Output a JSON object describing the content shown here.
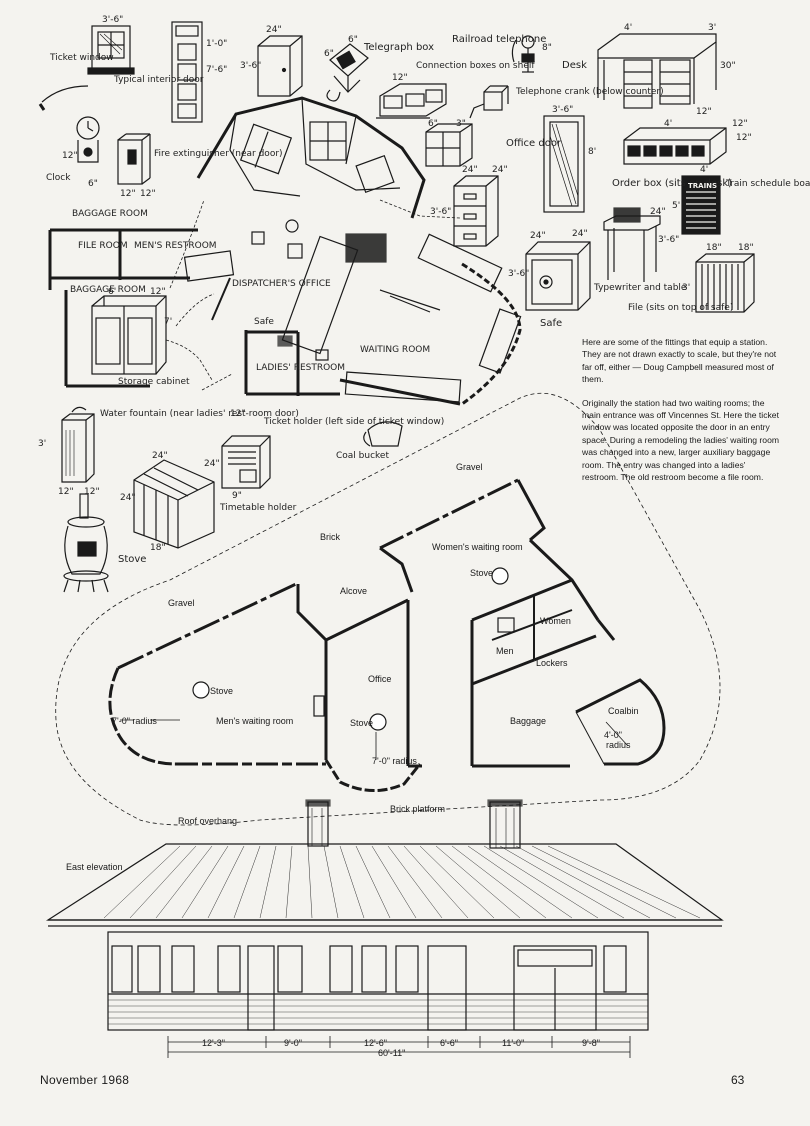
{
  "fittings": {
    "ticket_window": {
      "label": "Ticket window",
      "dim": "3'-6\""
    },
    "interior_door": {
      "label": "Typical interior door",
      "height": "7'-6\"",
      "width": "1'-0\""
    },
    "cabinet_small": {
      "w": "24\"",
      "h": "3'-6\""
    },
    "telegraph_box": {
      "label": "Telegraph box",
      "dim_top": "6\"",
      "dim_side": "6\""
    },
    "railroad_telephone": {
      "label": "Railroad telephone",
      "dim": "8\""
    },
    "connection_boxes": {
      "label": "Connection boxes on shelf",
      "dim": "12\""
    },
    "desk": {
      "label": "Desk",
      "w": "4'",
      "d": "3'",
      "h": "30\"",
      "dim_small": "12\""
    },
    "telephone_crank": {
      "label": "Telephone crank (below counter)"
    },
    "clock": {
      "label": "Clock",
      "dim_a": "12\"",
      "dim_b": "6\""
    },
    "fire_extinguisher": {
      "label": "Fire extinguisher (near door)",
      "dim_a": "12\"",
      "dim_b": "12\""
    },
    "cubby_shelf": {
      "dim_a": "6\"",
      "dim_b": "3\""
    },
    "office_door": {
      "label": "Office door",
      "w": "3'-6\"",
      "h": "8'"
    },
    "order_box": {
      "label": "Order box (sits on desk)",
      "w": "4'",
      "dim_a": "12\"",
      "dim_b": "12\""
    },
    "train_board": {
      "label": "Train schedule board (on waiting-room wall near chimney)",
      "title": "TRAINS",
      "w": "4'",
      "h": "5'"
    },
    "file_cabinet": {
      "w": "24\"",
      "d": "24\"",
      "h": "3'-6\""
    },
    "typewriter": {
      "label": "Typewriter and table",
      "h": "3'-6\"",
      "d": "24\""
    },
    "safe": {
      "label": "Safe",
      "w": "24\"",
      "d": "24\"",
      "h": "3'-6\""
    },
    "file_on_safe": {
      "label": "File (sits on top of safe)",
      "w": "18\"",
      "d": "18\"",
      "h": "3'"
    },
    "storage_cabinet": {
      "label": "Storage cabinet",
      "w": "6'",
      "d": "12\"",
      "h": "7'"
    },
    "water_fountain": {
      "label": "Water fountain (near ladies' rest-room door)",
      "h": "3'",
      "w": "12\"",
      "d": "12\""
    },
    "ticket_holder": {
      "label": "Ticket holder (left side of ticket window)",
      "h": "24\"",
      "w": "9\"",
      "top": "12\""
    },
    "coal_bucket": {
      "label": "Coal bucket"
    },
    "timetable_holder": {
      "label": "Timetable holder",
      "w": "24\"",
      "h": "24\"",
      "d": "18\""
    },
    "stove": {
      "label": "Stove"
    }
  },
  "interior_plan": {
    "rooms": {
      "baggage_room_top": "BAGGAGE ROOM",
      "file_room": "FILE ROOM",
      "mens_restroom": "MEN'S RESTROOM",
      "baggage_room": "BAGGAGE ROOM",
      "dispatchers_office": "DISPATCHER'S OFFICE",
      "safe": "Safe",
      "waiting_room": "WAITING ROOM",
      "ladies_restroom": "LADIES' RESTROOM"
    }
  },
  "caption": {
    "para1": "Here are some of the fittings that equip a station. They are not drawn exactly to scale, but they're not far off, either — Doug Campbell measured most of them.",
    "para2": "Originally the station had two waiting rooms; the main entrance was off Vincennes St. Here the ticket window was located opposite the door in an entry space. During a remodeling the ladies' waiting room was changed into a new, larger auxiliary baggage room. The entry was changed into a ladies' restroom. The old restroom become a file room."
  },
  "floor_plan": {
    "gravel_top": "Gravel",
    "brick": "Brick",
    "gravel_left": "Gravel",
    "womens_waiting_room": "Women's waiting room",
    "stove_women": "Stove",
    "alcove": "Alcove",
    "women": "Women",
    "men": "Men",
    "lockers": "Lockers",
    "office": "Office",
    "stove_men": "Stove",
    "radius_men": "7'-0\" radius",
    "mens_waiting_room": "Men's waiting room",
    "stove_office": "Stove",
    "radius_office": "7'-0\" radius",
    "baggage": "Baggage",
    "coalbin": "Coalbin",
    "radius_coal": "4'-0\"",
    "radius_coal_word": "radius",
    "roof_overhang": "Roof overhang",
    "brick_platform": "Brick platform"
  },
  "elevation": {
    "title": "East elevation",
    "dims": [
      "12'-3\"",
      "9'-0\"",
      "12'-6\"",
      "6'-6\"",
      "11'-0\"",
      "9'-8\""
    ],
    "total": "60'-11\""
  },
  "footer": {
    "issue": "November 1968",
    "page": "63"
  }
}
